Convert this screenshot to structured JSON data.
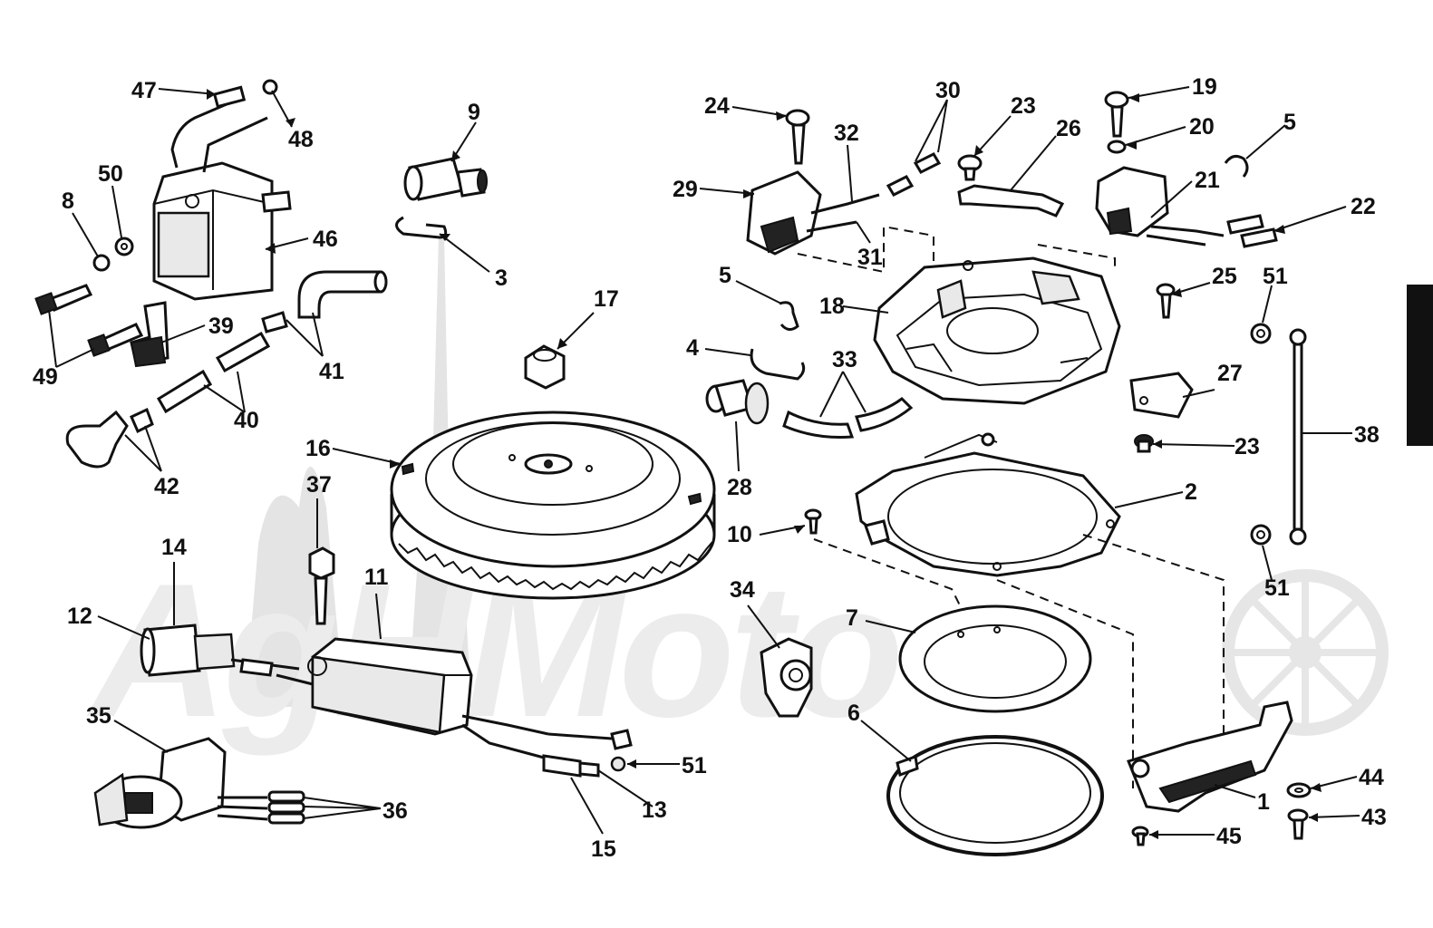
{
  "watermark": {
    "text": "AgHMoto"
  },
  "callouts": {
    "c47": "47",
    "c48": "48",
    "c50": "50",
    "c8": "8",
    "c46": "46",
    "c49": "49",
    "c39": "39",
    "c41": "41",
    "c40": "40",
    "c42": "42",
    "c9": "9",
    "c3": "3",
    "c17": "17",
    "c16": "16",
    "c37": "37",
    "c14": "14",
    "c12": "12",
    "c11": "11",
    "c35": "35",
    "c36": "36",
    "c51a": "51",
    "c13": "13",
    "c15": "15",
    "c24": "24",
    "c32": "32",
    "c30": "30",
    "c29": "29",
    "c31": "31",
    "c23a": "23",
    "c26": "26",
    "c19": "19",
    "c20": "20",
    "c5a": "5",
    "c21": "21",
    "c22": "22",
    "c5b": "5",
    "c18": "18",
    "c25": "25",
    "c51b": "51",
    "c4": "4",
    "c33": "33",
    "c28": "28",
    "c27": "27",
    "c23b": "23",
    "c38": "38",
    "c2": "2",
    "c10": "10",
    "c51c": "51",
    "c34": "34",
    "c7": "7",
    "c6": "6",
    "c44": "44",
    "c1": "1",
    "c43": "43",
    "c45": "45"
  }
}
